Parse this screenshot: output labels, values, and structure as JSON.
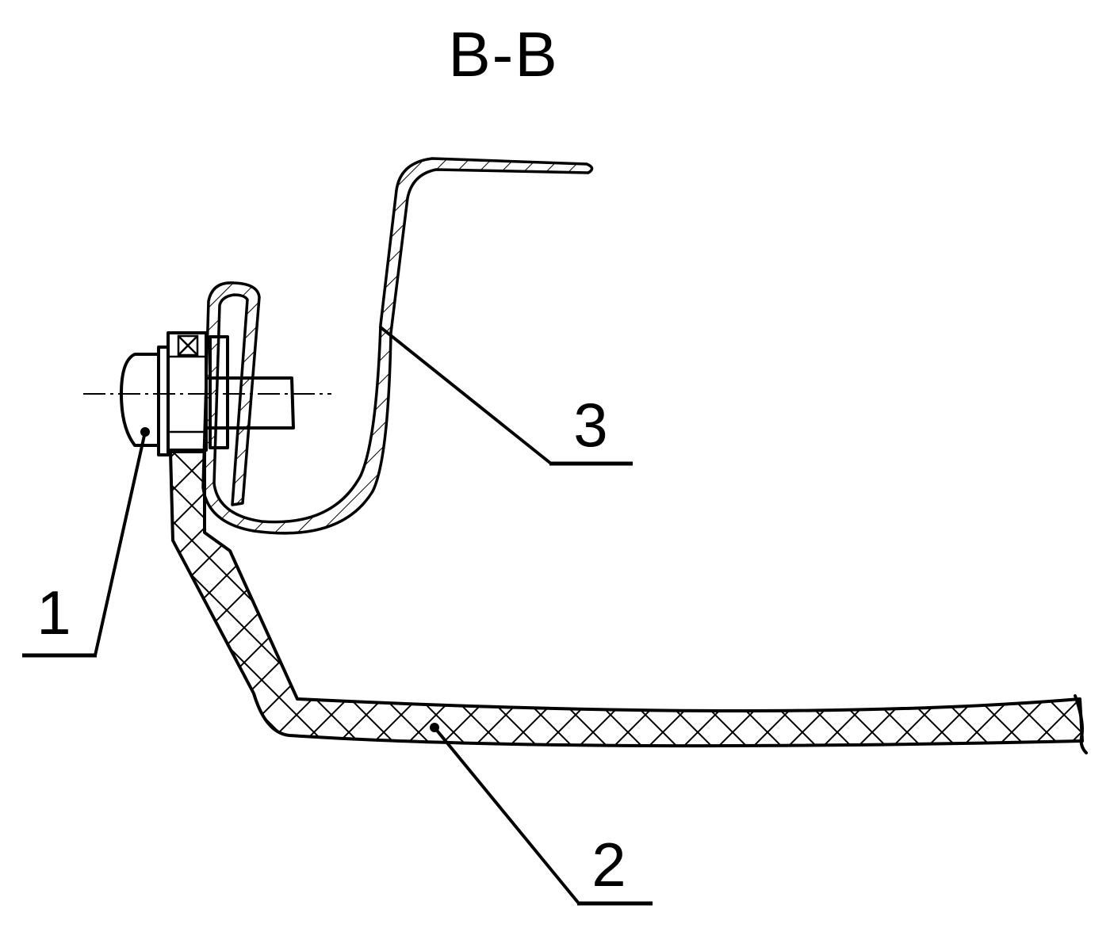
{
  "drawing": {
    "section_title": "B-B",
    "callouts": [
      {
        "number": "1"
      },
      {
        "number": "2"
      },
      {
        "number": "3"
      }
    ]
  }
}
